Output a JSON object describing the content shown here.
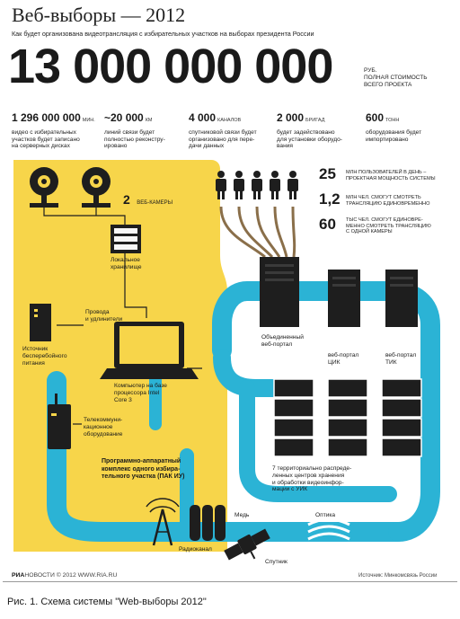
{
  "title": "Веб-выборы — 2012",
  "subtitle": "Как будет организована видеотрансляция с избирательных участков на выборах президента России",
  "total": {
    "value": "13 000 000 000",
    "unit": "РУБ.",
    "desc_line1": "ПОЛНАЯ СТОИМОСТЬ",
    "desc_line2": "ВСЕГО ПРОЕКТА"
  },
  "stats": [
    {
      "value": "1 296 000 000",
      "unit": "МИН.",
      "lines": [
        "видео с избирательных",
        "участков будет записано",
        "на серверных дисках"
      ]
    },
    {
      "value": "~20 000",
      "unit": "КМ",
      "lines": [
        "линий связи будет",
        "полностью реконстру-",
        "ировано"
      ]
    },
    {
      "value": "4 000",
      "unit": "КАНАЛОВ",
      "lines": [
        "спутниковой связи будет",
        "организовано для пере-",
        "дачи данных"
      ]
    },
    {
      "value": "2 000",
      "unit": "БРИГАД",
      "lines": [
        "будет задействовано",
        "для установки оборудо-",
        "вания"
      ]
    },
    {
      "value": "600",
      "unit": "ТОНН",
      "lines": [
        "оборудования будет",
        "импортировано"
      ]
    }
  ],
  "cameras": {
    "count": "2",
    "label": "ВЕБ-КАМЕРЫ"
  },
  "users": [
    {
      "value": "25",
      "lines": [
        "МЛН ПОЛЬЗОВАТЕЛЕЙ В ДЕНЬ –",
        "ПРОЕКТНАЯ МОЩНОСТЬ СИСТЕМЫ"
      ]
    },
    {
      "value": "1,2",
      "lines": [
        "МЛН ЧЕЛ. СМОГУТ СМОТРЕТЬ",
        "ТРАНСЛЯЦИЮ ЕДИНОВРЕМЕННО"
      ]
    },
    {
      "value": "60",
      "lines": [
        "ТЫС ЧЕЛ. СМОГУТ ЕДИНОВРЕ-",
        "МЕННО СМОТРЕТЬ ТРАНСЛЯЦИЮ",
        "С ОДНОЙ КАМЕРЫ"
      ]
    }
  ],
  "labels": {
    "storage": [
      "Локальное",
      "хранилище"
    ],
    "wires": [
      "Провода",
      "и удлинители"
    ],
    "ups": [
      "Источник",
      "бесперебойного",
      "питания"
    ],
    "computer": [
      "Компьютер на базе",
      "процессора Intel",
      "Core 3"
    ],
    "telecom": [
      "Телекоммуни-",
      "кационное",
      "оборудование"
    ],
    "complex": [
      "Программно-аппаратный",
      "комплекс одного избира-",
      "тельного участка (ПАК ИУ)"
    ],
    "portal": [
      "Объединенный",
      "веб-портал"
    ],
    "portal_cik": [
      "веб-портал",
      "ЦИК"
    ],
    "portal_tik": [
      "веб-портал",
      "ТИК"
    ],
    "centers": [
      "7 территориально распреде-",
      "ленных центров хранения",
      "и обработки видеоинфор-",
      "мации с УИК"
    ],
    "copper": "Медь",
    "optics": "Оптика",
    "radio": "Радиоканал",
    "satellite": "Спутник"
  },
  "footer": {
    "logo": "РИА",
    "logo_rest": "НОВОСТИ © 2012 WWW.RIA.RU",
    "source": "Источник: Минкомсвязь России"
  },
  "caption": "Рис. 1. Схема системы \"Web-выборы 2012\"",
  "colors": {
    "yellow": "#f7d54a",
    "cyan": "#2bb3d5",
    "dark": "#1e1e1e"
  }
}
